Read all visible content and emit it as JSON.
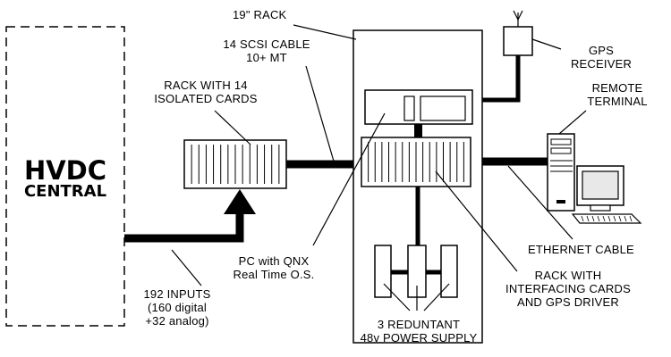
{
  "central": {
    "title_line1": "HVDC",
    "title_line2": "CENTRAL"
  },
  "labels": {
    "rack_19": "19\" RACK",
    "scsi_line1": "14 SCSI CABLE",
    "scsi_line2": "10+ MT",
    "rack14_line1": "RACK WITH 14",
    "rack14_line2": "ISOLATED CARDS",
    "gps_line1": "GPS",
    "gps_line2": "RECEIVER",
    "remote_line1": "REMOTE",
    "remote_line2": "TERMINAL",
    "ethernet": "ETHERNET CABLE",
    "pc_line1": "PC with QNX",
    "pc_line2": "Real Time O.S.",
    "inputs_line1": "192 INPUTS",
    "inputs_line2": "(160 digital",
    "inputs_line3": "+32 analog)",
    "rackif_line1": "RACK WITH",
    "rackif_line2": "INTERFACING CARDS",
    "rackif_line3": "AND GPS DRIVER",
    "psu_line1": "3 REDUNTANT",
    "psu_line2": "48v POWER SUPPLY"
  },
  "colors": {
    "line": "#000000",
    "background": "#ffffff",
    "screen": "#e8e8e8"
  }
}
